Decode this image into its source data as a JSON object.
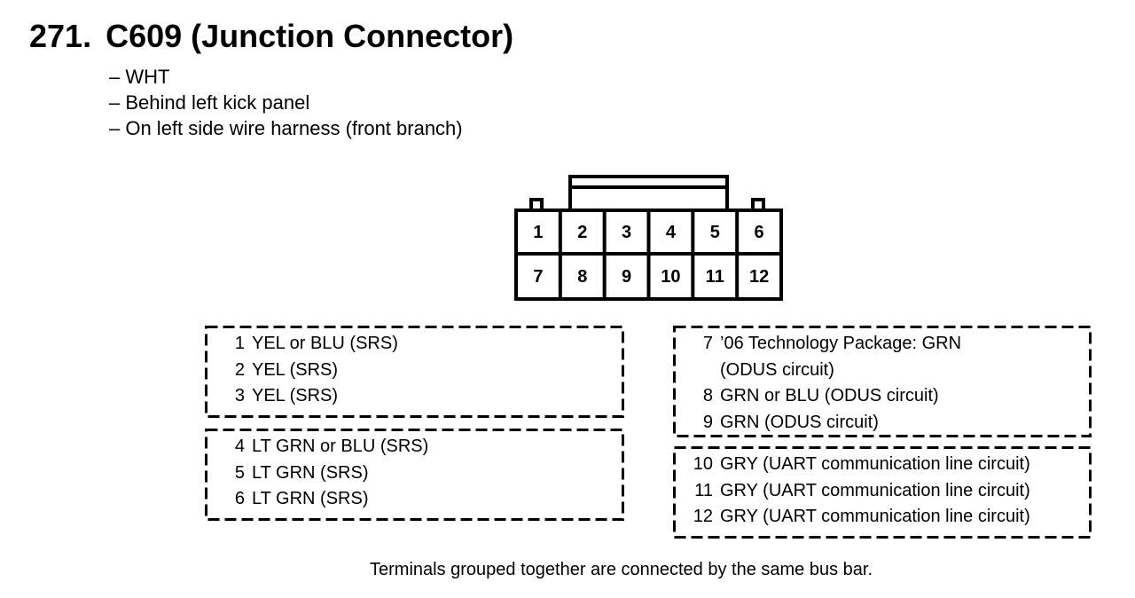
{
  "header": {
    "number": "271.",
    "title": "C609 (Junction Connector)"
  },
  "notes": [
    "– WHT",
    "– Behind left kick panel",
    "– On left side wire harness (front branch)"
  ],
  "connector": {
    "top_row": [
      "1",
      "2",
      "3",
      "4",
      "5",
      "6"
    ],
    "bottom_row": [
      "7",
      "8",
      "9",
      "10",
      "11",
      "12"
    ]
  },
  "groups": [
    {
      "rows": [
        {
          "pin": "1",
          "desc": "YEL or BLU (SRS)"
        },
        {
          "pin": "2",
          "desc": "YEL (SRS)"
        },
        {
          "pin": "3",
          "desc": "YEL (SRS)"
        }
      ]
    },
    {
      "rows": [
        {
          "pin": "4",
          "desc": "LT GRN or BLU (SRS)"
        },
        {
          "pin": "5",
          "desc": "LT GRN (SRS)"
        },
        {
          "pin": "6",
          "desc": "LT GRN (SRS)"
        }
      ]
    },
    {
      "rows": [
        {
          "pin": "7",
          "desc": "’06 Technology Package: GRN"
        },
        {
          "pin": "",
          "desc": "(ODUS circuit)"
        },
        {
          "pin": "8",
          "desc": "GRN or BLU (ODUS circuit)"
        },
        {
          "pin": "9",
          "desc": "GRN (ODUS circuit)"
        }
      ]
    },
    {
      "rows": [
        {
          "pin": "10",
          "desc": "GRY (UART communication line circuit)"
        },
        {
          "pin": "11",
          "desc": "GRY (UART communication line circuit)"
        },
        {
          "pin": "12",
          "desc": "GRY (UART communication line circuit)"
        }
      ]
    }
  ],
  "footer": "Terminals grouped together are connected by the same bus bar."
}
